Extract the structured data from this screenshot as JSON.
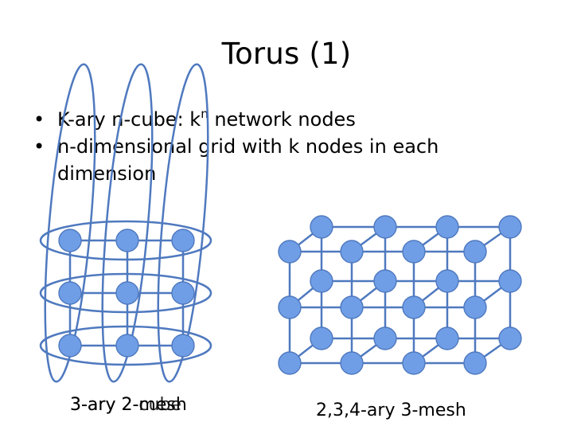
{
  "slide": {
    "title": "Torus (1)",
    "bullets": [
      {
        "marker": "•",
        "text_before_superscript": "K-ary n-cube:  k",
        "superscript": "n",
        "text_after_superscript": " network nodes"
      },
      {
        "marker": "•",
        "text": "n-dimensional grid with k nodes in each dimension"
      }
    ],
    "captions": {
      "torus_overlapping": [
        "3-ary 2-mesh",
        "3-ary 2-cube"
      ],
      "mesh": "2,3,4-ary 3-mesh"
    },
    "colors": {
      "node_fill": "#6f9ee6",
      "node_stroke": "#4f79bf",
      "link": "#4f79bf",
      "text": "#000000"
    }
  }
}
